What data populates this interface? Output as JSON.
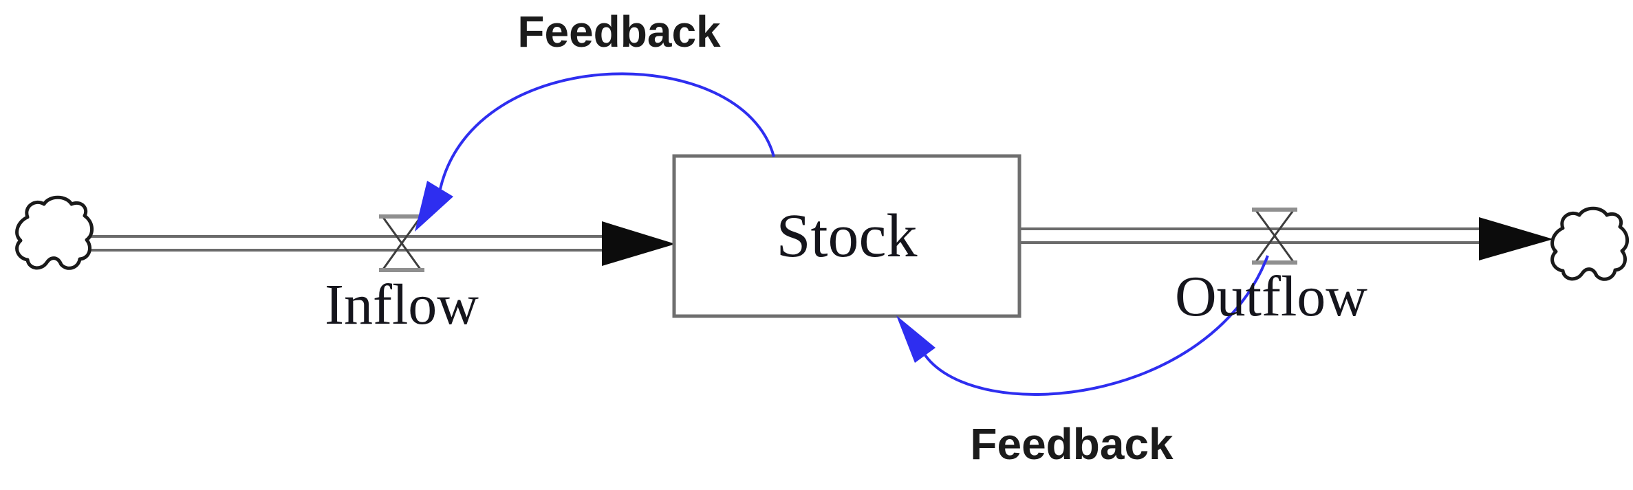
{
  "diagram": {
    "type": "stock-and-flow",
    "labels": {
      "stock": "Stock",
      "inflow": "Inflow",
      "outflow": "Outflow",
      "feedback_top": "Feedback",
      "feedback_bottom": "Feedback"
    },
    "colors": {
      "background": "#ffffff",
      "feedback_link": "#2e2ef0",
      "pipe": "#6b6b6b",
      "stock_border": "#6e6e6e",
      "valve_edge": "#3d3d3d",
      "valve_cap": "#8f8f8f",
      "cloud_ink": "#1a1a1a",
      "arrow_ink": "#0c0c0c",
      "serif_text": "#15151c",
      "feedback_text": "#1b1b1b"
    },
    "structure": {
      "source": "cloud",
      "sink": "cloud",
      "flows": [
        {
          "name": "Inflow",
          "from": "source-cloud",
          "to": "Stock"
        },
        {
          "name": "Outflow",
          "from": "Stock",
          "to": "sink-cloud"
        }
      ],
      "feedback_links": [
        {
          "name": "Feedback",
          "from": "Stock",
          "to": "Inflow valve"
        },
        {
          "name": "Feedback",
          "from": "Outflow valve",
          "to": "Stock"
        }
      ]
    }
  }
}
